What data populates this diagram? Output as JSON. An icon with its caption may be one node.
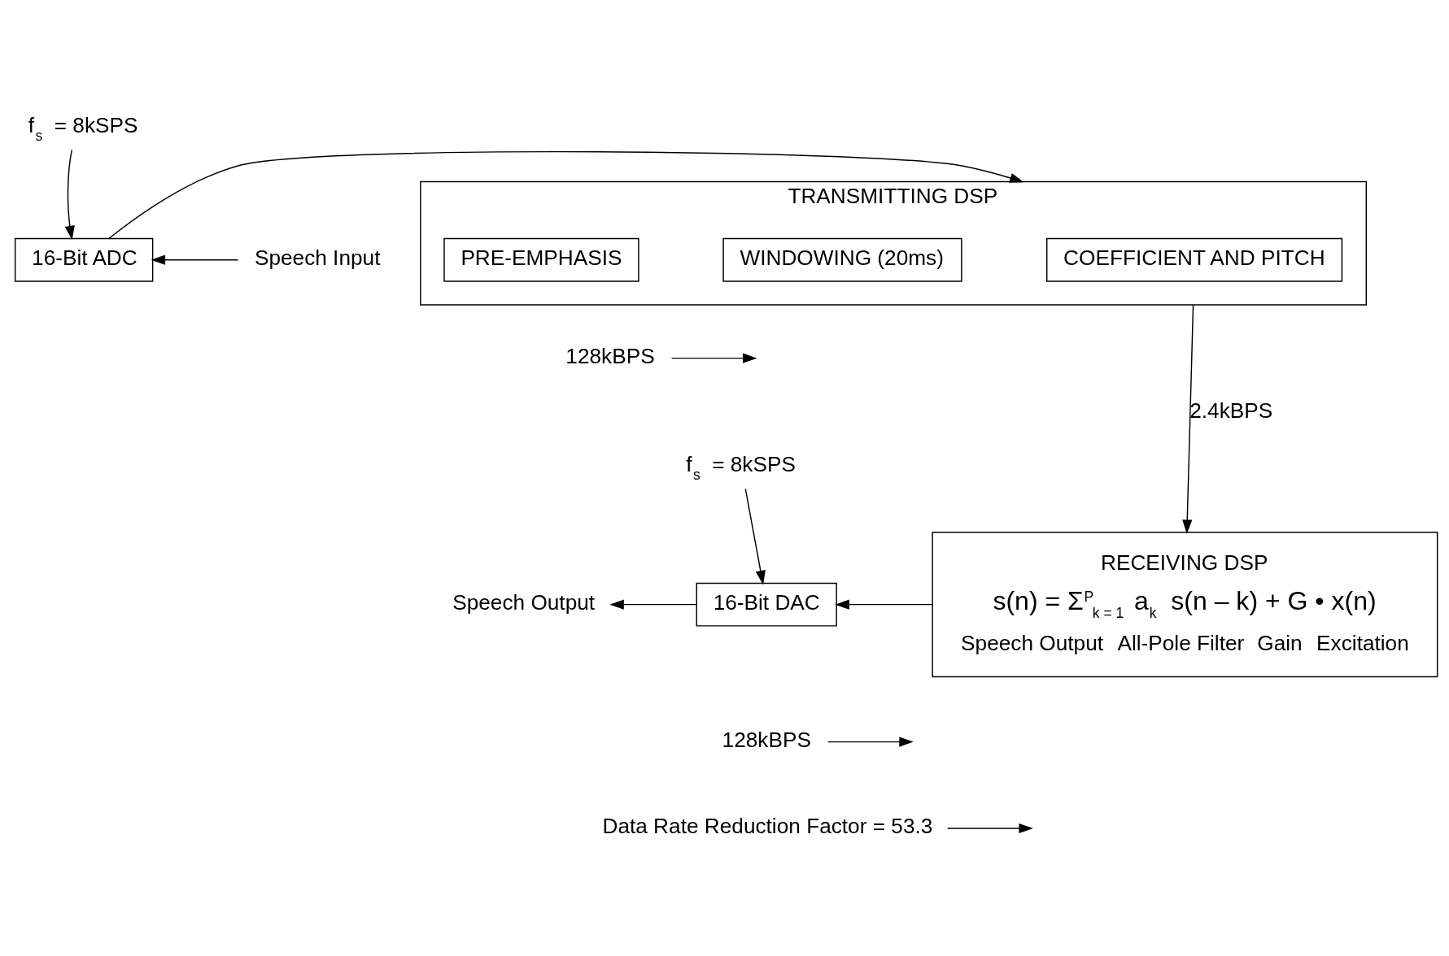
{
  "diagram": {
    "nodes": [
      {
        "text": [
          "Speech Input"
        ]
      },
      {
        "text": [
          "16-Bit ADC"
        ]
      },
      {
        "text": [
          "f$_{s}$ = 8kSPS"
        ]
      },
      {
        "text": [
          "128kBPS"
        ]
      },
      {
        "text": [
          "TRANSMITTING DSP"
        ]
      },
      {
        "text": [
          "PRE-EMPHASIS"
        ],
        "in": 4
      },
      {
        "text": [
          "WINDOWING (20ms)"
        ],
        "in": 4
      },
      {
        "text": [
          "COEFFICIENT AND PITCH"
        ],
        "in": 4
      },
      {
        "text": [
          "RECEIVING DSP",
          "s(n) = Σ$^{P}$$_{k = 1}$ a$_{k}$ s(n – k) + G • x(n)",
          "Speech Output",
          "All-Pole Filter",
          "Gain",
          "Excitation"
        ]
      },
      {
        "text": [
          "16-Bit DAC"
        ]
      },
      {
        "text": [
          "f$_{s}$ = 8kSPS"
        ]
      },
      {
        "text": [
          "128kBPS"
        ]
      },
      {
        "text": [
          "Speech Output"
        ]
      },
      {
        "text": [
          "Data Rate Reduction Factor = 53.3"
        ]
      }
    ],
    "edges": [
      {
        "from": 0,
        "to": 1,
        "arrow": "to"
      },
      {
        "from": 2,
        "to": 1,
        "arrow": "to"
      },
      {
        "from": 1,
        "to": 4,
        "arrow": "to"
      },
      {
        "from": 3,
        "to": null,
        "arrow": "to"
      },
      {
        "from": 4,
        "to": 8,
        "arrow": "to",
        "label": "2.4kBPS"
      },
      {
        "from": 8,
        "to": 9,
        "arrow": "to"
      },
      {
        "from": 10,
        "to": 9,
        "arrow": "to"
      },
      {
        "from": 11,
        "to": null,
        "arrow": "to"
      },
      {
        "from": 9,
        "to": 12,
        "arrow": "to"
      },
      {
        "from": 13,
        "to": null,
        "arrow": "to"
      }
    ]
  }
}
